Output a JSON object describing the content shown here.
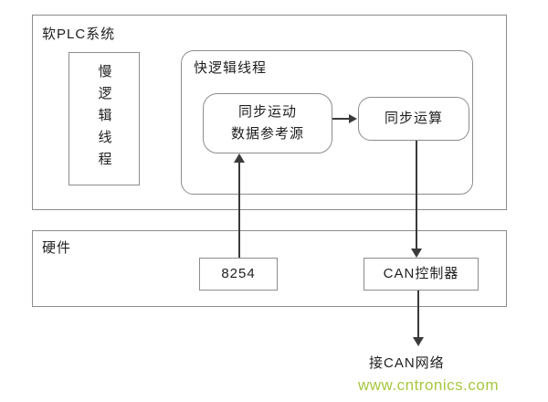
{
  "soft_plc": {
    "title": "软PLC系统",
    "slow_thread_label": "慢逻辑线程",
    "fast_thread": {
      "title": "快逻辑线程",
      "sync_source_label": "同步运动\n数据参考源",
      "sync_compute_label": "同步运算"
    }
  },
  "hardware": {
    "title": "硬件",
    "timer_label": "8254",
    "can_controller_label": "CAN控制器"
  },
  "footer": {
    "can_network_label": "接CAN网络",
    "watermark": "www.cntronics.com"
  },
  "colors": {
    "box_border": "#8c8c8c",
    "arrow": "#3a3a3a",
    "watermark": "#a6c73f"
  }
}
